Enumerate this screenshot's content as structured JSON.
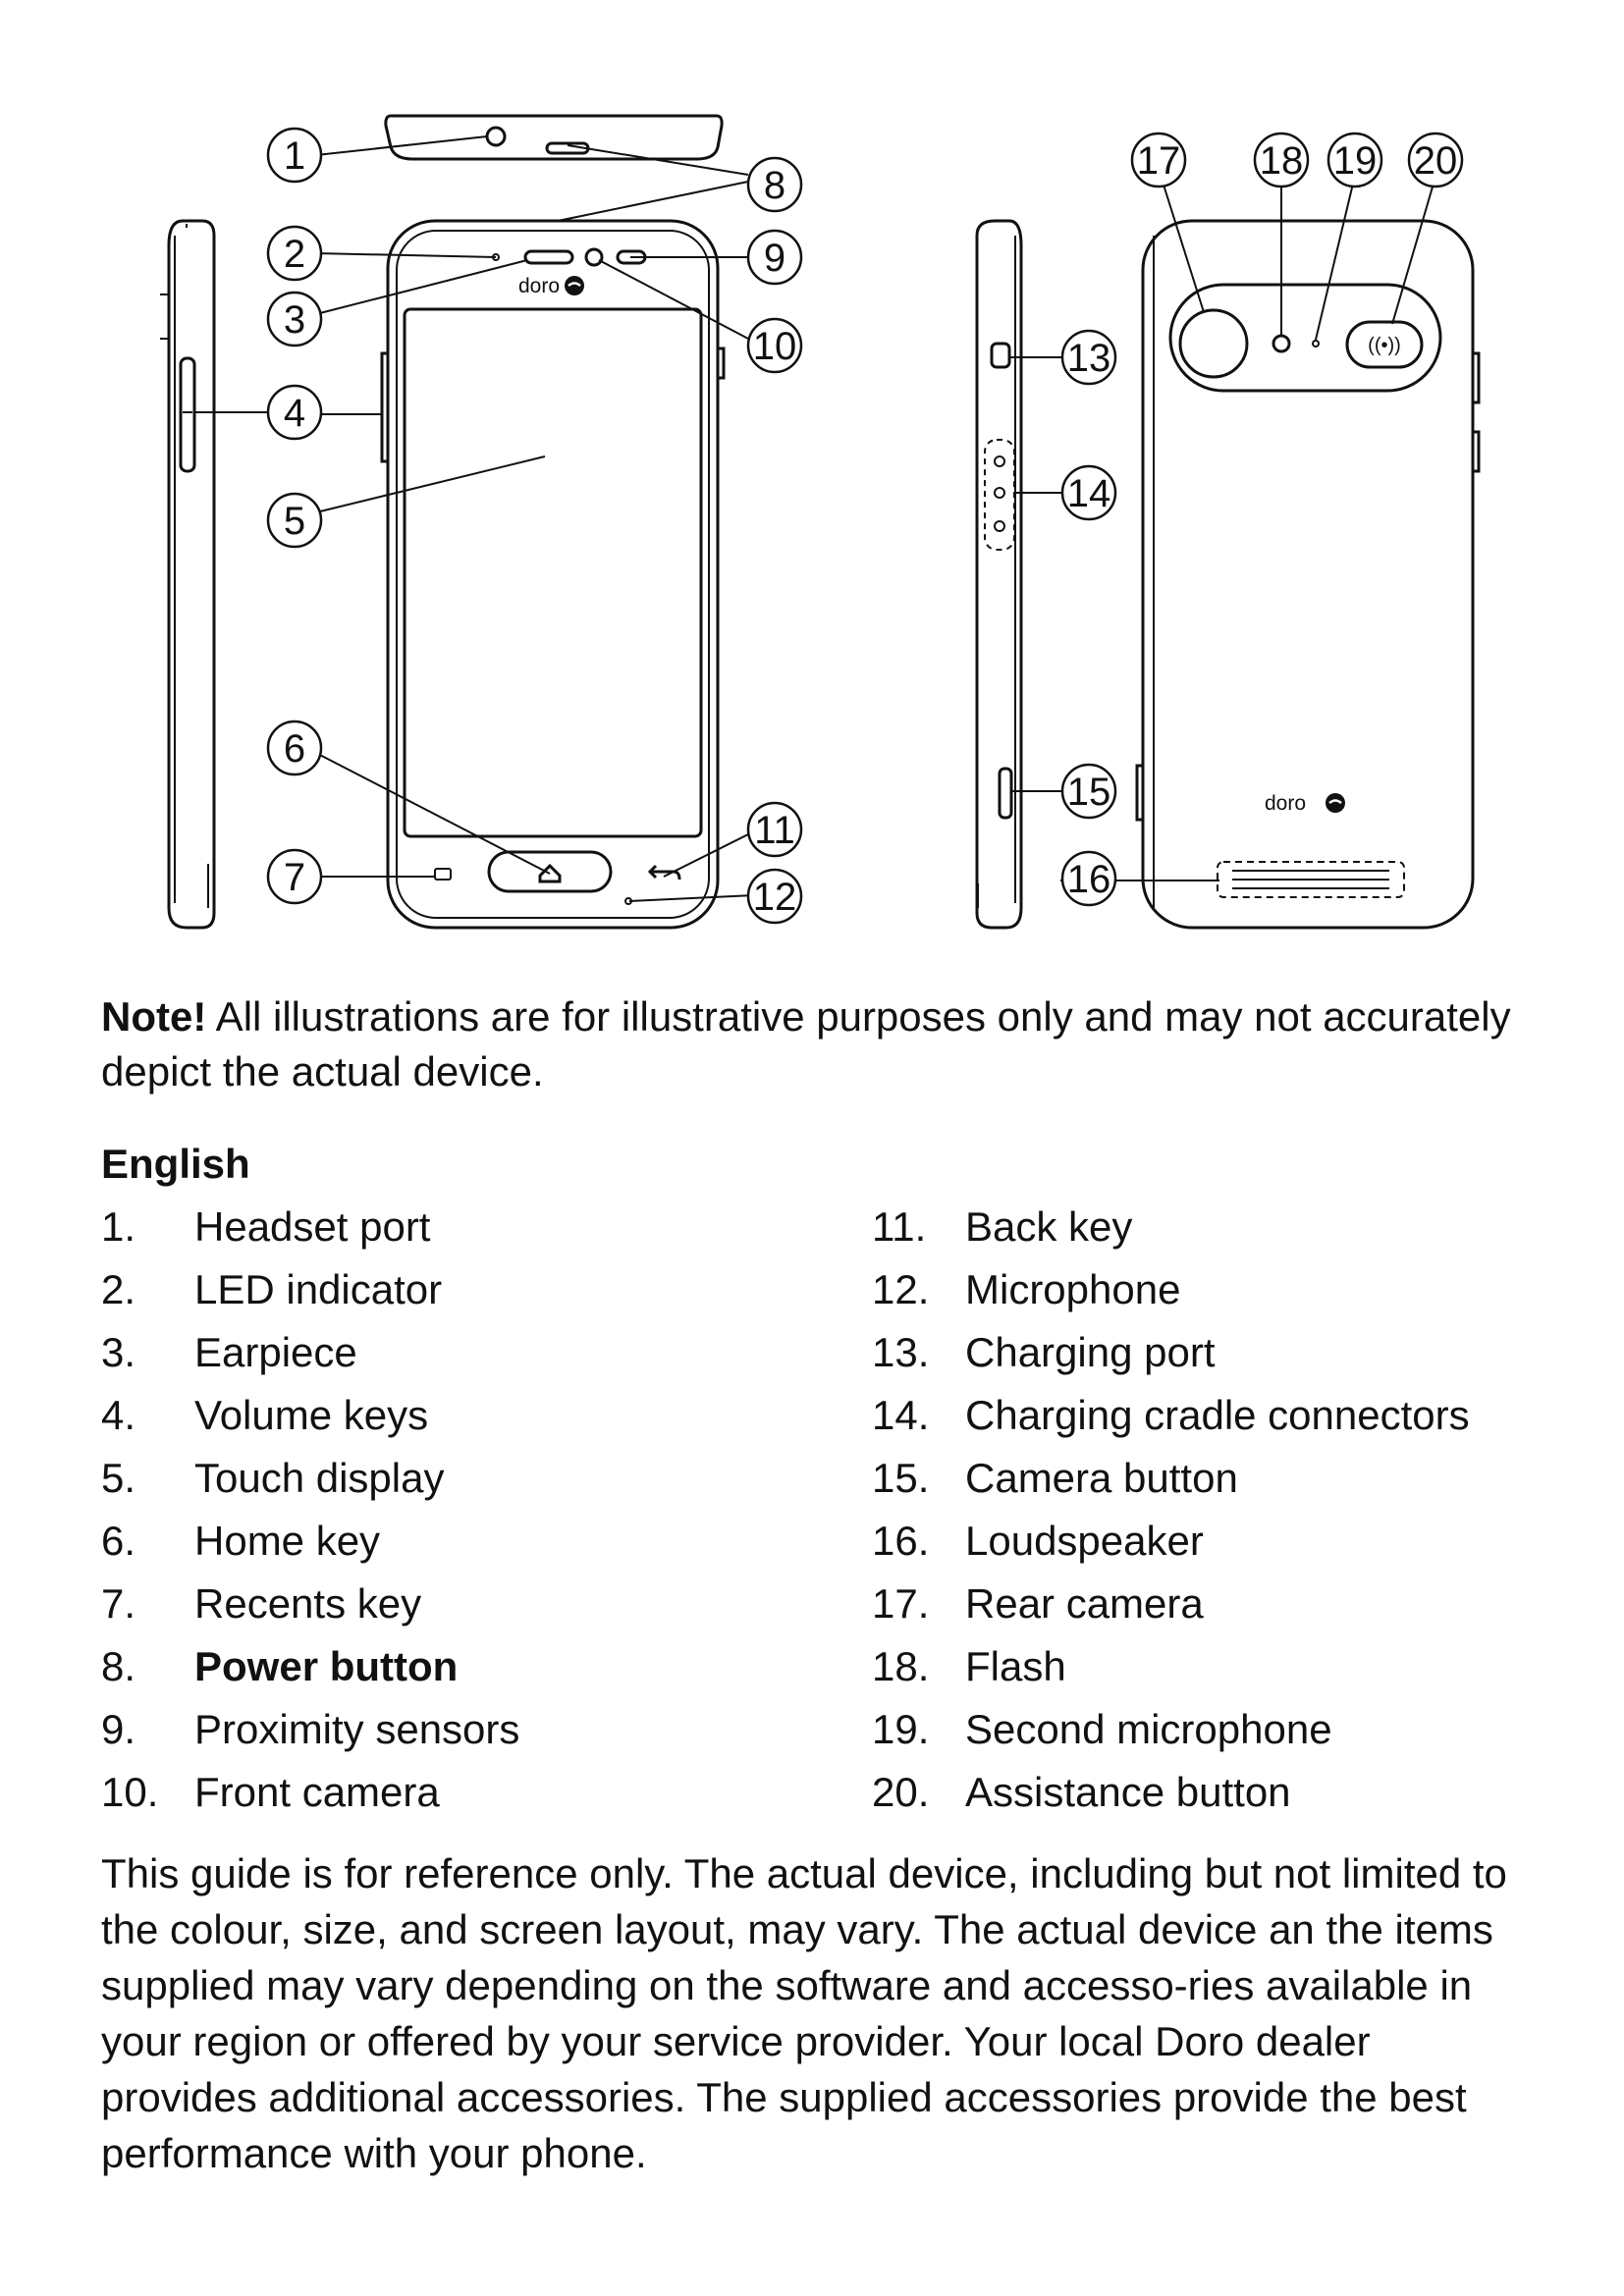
{
  "diagram": {
    "brand_logo": "doro",
    "callouts": [
      "1",
      "2",
      "3",
      "4",
      "5",
      "6",
      "7",
      "8",
      "9",
      "10",
      "11",
      "12",
      "13",
      "14",
      "15",
      "16",
      "17",
      "18",
      "19",
      "20"
    ]
  },
  "note": {
    "label": "Note!",
    "text": " All illustrations are for illustrative purposes only and may not accurately depict the actual device."
  },
  "section_heading": "English",
  "legend_left": [
    {
      "num": "1.",
      "label": "Headset port"
    },
    {
      "num": "2.",
      "label": "LED indicator"
    },
    {
      "num": "3.",
      "label": "Earpiece"
    },
    {
      "num": "4.",
      "label": "Volume keys"
    },
    {
      "num": "5.",
      "label": "Touch display"
    },
    {
      "num": "6.",
      "label": "Home key"
    },
    {
      "num": "7.",
      "label": "Recents key"
    },
    {
      "num": "8.",
      "label": "Power button"
    },
    {
      "num": "9.",
      "label": "Proximity sensors"
    },
    {
      "num": "10.",
      "label": "Front camera"
    }
  ],
  "legend_right": [
    {
      "num": "11.",
      "label": "Back key"
    },
    {
      "num": "12.",
      "label": "Microphone"
    },
    {
      "num": "13.",
      "label": "Charging port"
    },
    {
      "num": "14.",
      "label": "Charging cradle connectors"
    },
    {
      "num": "15.",
      "label": "Camera button"
    },
    {
      "num": "16.",
      "label": "Loudspeaker"
    },
    {
      "num": "17.",
      "label": "Rear camera"
    },
    {
      "num": "18.",
      "label": "Flash"
    },
    {
      "num": "19.",
      "label": "Second microphone"
    },
    {
      "num": "20.",
      "label": "Assistance button"
    }
  ],
  "disclaimer": "This guide is for reference only. The actual device, including but not limited to the colour, size, and screen layout, may vary. The actual device an the items supplied may vary depending on the software and accesso-ries available in your region or offered by your service provider. Your local Doro dealer provides additional accessories. The supplied accessories provide the best performance with your phone."
}
